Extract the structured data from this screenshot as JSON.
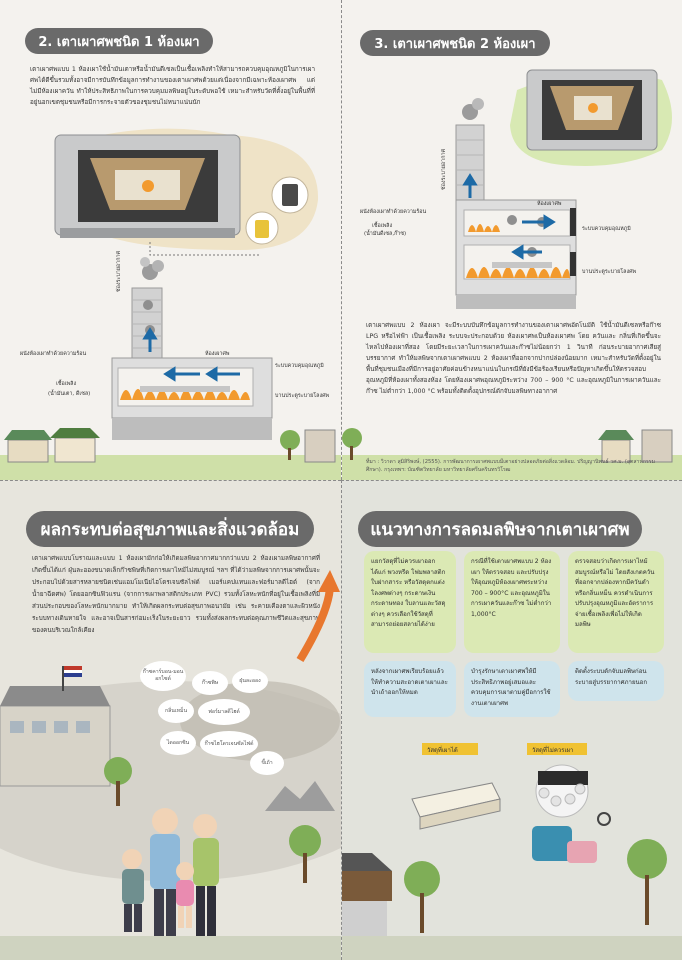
{
  "sections": {
    "single_chamber": {
      "title": "2. เตาเผาศพชนิด 1 ห้องเผา",
      "body": "เตาเผาศพแบบ 1 ห้องเผาใช้น้ำมันเตาหรือน้ำมันดีเซลเป็นเชื้อเพลิงทำให้สามารถควบคุมอุณหภูมิในการเผาศพได้ดีขึ้นรวมทั้งอาจมีการบันทึกข้อมูลการทำงานของเตาเผาศพด้วยแต่เนื่องจากมีเฉพาะห้องเผาศพ แต่ไม่มีห้องเผาควัน ทำให้ประสิทธิภาพในการควบคุมมลพิษอยู่ในระดับพอใช้ เหมาะสำหรับวัดที่ตั้งอยู่ในพื้นที่ที่อยู่นอกเขตชุมชนหรือมีการกระจายตัวของชุมชนไม่หนาแน่นนัก",
      "labels": {
        "chimney": "ช่องระบายอากาศ",
        "chamber": "ห้องเผาศพ",
        "smoke": "ผนังห้องเผาทำด้วยความร้อน",
        "sensor": "ระบบควบคุมอุณหภูมิ",
        "fuel": "เชื้อเพลิง",
        "fuel_sub": "(น้ำมันเตา, ดีเซล)",
        "door": "บานประตูระบายโลงศพ"
      }
    },
    "double_chamber": {
      "title": "3. เตาเผาศพชนิด 2 ห้องเผา",
      "body": "เตาเผาศพแบบ 2 ห้องเผา จะมีระบบบันทึกข้อมูลการทำงานของเตาเผาศพอัตโนมัติ ใช้น้ำมันดีเซลหรือก๊าซ LPG หรือไฟฟ้า เป็นเชื้อเพลิง ระบบจะประกอบด้วย ห้องเผาศพเป็นห้องเผาศพ โดย ควันและ กลิ่นที่เกิดขึ้นจะไหลไปห้องเผาที่สอง โดยมีระยะเวลาในการเผาควันและก๊าซไม่น้อยกว่า 1 วินาที ก่อนระบายอากาศเสียสู่บรรยากาศ ทำให้มลพิษจากเตาเผาศพแบบ 2 ห้องเผาที่ออกจากปากปล่องน้อยมาก เหมาะสำหรับวัดที่ตั้งอยู่ในพื้นที่ชุมชนเมืองที่มีการอยู่อาศัยค่อนข้างหนาแน่นในกรณีที่ยังมีข้อร้องเรียนหรือปัญหาเกิดขึ้นให้ตรวจสอบอุณหภูมิที่ห้องเผาทั้งสองห้อง โดยห้องเผาศพอุณหภูมิระหว่าง 700 – 900 °C และอุณหภูมิในการเผาควันและก๊าซ ไม่ต่ำกว่า 1,000 °C พร้อมทั้งติดตั้งอุปกรณ์ดักจับมลพิษทางอากาศ",
      "labels": {
        "chimney": "ช่องระบายอากาศ",
        "chamber": "ห้องเผาศพ",
        "sensor": "ระบบควบคุมอุณหภูมิ",
        "smoke": "ผนังห้องเผาทำด้วยความร้อน",
        "fuel": "เชื้อเพลิง",
        "fuel_sub": "(น้ำมันดีเซล,ก๊าซ)",
        "door": "บานประตูระบายโลงศพ"
      },
      "source": "ที่มา : วิวาดา สุมิสิริพงษ์, (2555). การพัฒนาการเผาศพแบบมีเตาอย่างปลอดภัยต่อสิ่งแวดล้อม. ปริญญานิพนธ์ วศ.ม. (อุตสาหกรรมศึกษา). กรุงเทพฯ: บัณฑิตวิทยาลัย มหาวิทยาลัยศรีนครินทรวิโรฒ"
    },
    "health_impact": {
      "title": "ผลกระทบต่อสุขภาพและสิ่งแวดล้อม",
      "body": "เตาเผาศพแบบโบราณและแบบ 1 ห้องเผามักก่อให้เกิดมลพิษอากาศมากกว่าแบบ 2 ห้องเผามลพิษอากาศที่เกิดขึ้นได้แก่ ฝุ่นละอองขนาดเล็กก๊าซพิษที่เกิดการเผาไหม้ไม่สมบูรณ์ ฯลฯ ที่ได้ว่ามลพิษจากการเผาศพนั้นจะประกอบไปด้วยสารหลายชนิดเช่นแอมโมเนียไฮโดรเจนซัลไฟด์ เมอร์แคปแทนและฟอร์มาลดีไฮด์ (จากน้ำยาฉีดศพ) โดยออกซินฟิวแรน (จากการเผาพลาสติกประเภท PVC) รวมทั้งโลหะหนักที่อยู่ในเชื้อเพลิงที่มีส่วนประกอบของโลหะหนักมากมาย ทำให้เกิดผลกระทบต่อสุขภาพอนามัย เช่น ระคายเคืองตาและผิวหนัง ระบบทางเดินหายใจ และอาจเป็นสารก่อมะเร็งในระยะยาว รวมทั้งส่งผลกระทบต่อคุณภาพชีวิตและสุขภาพของคนบริเวณใกล้เคียง",
      "bubbles": [
        "ก๊าซคาร์บอน-มอนอกไซด์",
        "ก๊าซพิษ",
        "ฝุ่นละออง",
        "ฟอร์มาลดีไฮด์",
        "กลิ่นเหม็น",
        "ก๊าซไฮโดรเจนซัลไฟด์",
        "ไดออกซิน",
        "ขี้เถ้า"
      ]
    },
    "pollution_reduction": {
      "title": "แนวทางการลดมลพิษจากเตาเผาศพ",
      "boxes": [
        "แยกวัสดุที่ไม่ควรเผาออกได้แก่ พวงหรีด โฟมพลาสติก ใบฝากสาระ หรือวัสดุตกแต่งโลงศพต่างๆ กระดาษเงิน กระดาษทอง ใบลานและวัสดุต่างๆ ควรเลือกใช้วัสดุที่สามารถย่อยสลายได้ง่าย",
        "กรณีที่ใช้เตาเผาศพแบบ 2 ห้องเผา ให้ตรวจสอบ และปรับปรุงให้อุณหภูมิห้องเผาศพระหว่าง 700 – 900°C และอุณหภูมิในการเผาควันและก๊าซ ไม่ต่ำกว่า 1,000°C",
        "ตรวจสอบว่าเกิดการเผาไหม้สมบูรณ์หรือไม่ โดยสังเกตควันที่ออกจากปล่องหากมีควันดำหรือกลิ่นเหม็น ควรดำเนินการปรับปรุงอุณหภูมิและอัตราการจ่ายเชื้อเพลิงเพื่อไม่ให้เกิดมลพิษ",
        "หลังจากเผาศพเรียบร้อยแล้วให้ทำความสะอาดเตาเผาและนำเถ้าออกให้หมด",
        "บำรุงรักษาเตาเผาศพให้มีประสิทธิภาพอยู่เสมอและควบคุมการเผาตามคู่มือการใช้งานเตาเผาศพ",
        "ติดตั้งระบบดักจับมลพิษก่อนระบายสู่บรรยากาศภายนอก"
      ],
      "tags": {
        "ok": "วัสดุที่เผาได้",
        "not_ok": "วัสดุที่ไม่ควรเผา"
      }
    }
  },
  "colors": {
    "pill": "#6a6a6a",
    "green_box": "#dbe9b4",
    "blue_box": "#cfe4ec",
    "fire": "#f29a2e",
    "arrow_blue": "#1d6aa6",
    "arrow_orange": "#e8772e"
  }
}
